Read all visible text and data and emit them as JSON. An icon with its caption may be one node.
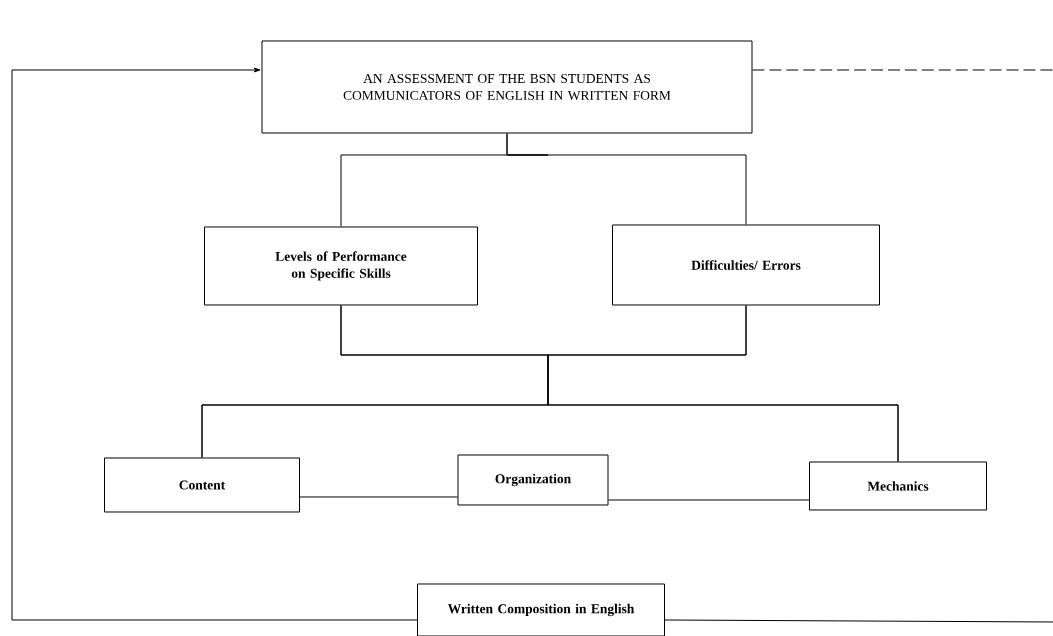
{
  "diagram": {
    "nodes": [
      {
        "text": [
          "AN ASSESSMENT OF THE BSN STUDENTS AS COMMUNICATORS OF ENGLISH IN WRITTEN FORM"
        ]
      },
      {
        "text": [
          "Levels of Performance on Specific Skills"
        ]
      },
      {
        "text": [
          "Difficulties/ Errors"
        ]
      },
      {
        "text": [
          "Content"
        ]
      },
      {
        "text": [
          "Organization"
        ]
      },
      {
        "text": [
          "Mechanics"
        ]
      },
      {
        "text": [
          "Written Composition in English"
        ]
      }
    ],
    "edges": [
      {
        "from": 0,
        "to": 1,
        "arrow": "none"
      },
      {
        "from": 0,
        "to": 2,
        "arrow": "none"
      },
      {
        "from": 1,
        "to": 3,
        "arrow": "none"
      },
      {
        "from": 1,
        "to": 5,
        "arrow": "none"
      },
      {
        "from": 2,
        "to": 3,
        "arrow": "none"
      },
      {
        "from": 2,
        "to": 5,
        "arrow": "none"
      },
      {
        "from": 3,
        "to": 4,
        "arrow": "none"
      },
      {
        "from": 4,
        "to": 5,
        "arrow": "none"
      },
      {
        "from": 6,
        "to": 0,
        "arrow": "to"
      },
      {
        "from": 0,
        "to": null,
        "arrow": "none",
        "style": "dashed"
      },
      {
        "from": 6,
        "to": null,
        "arrow": "none"
      }
    ]
  }
}
